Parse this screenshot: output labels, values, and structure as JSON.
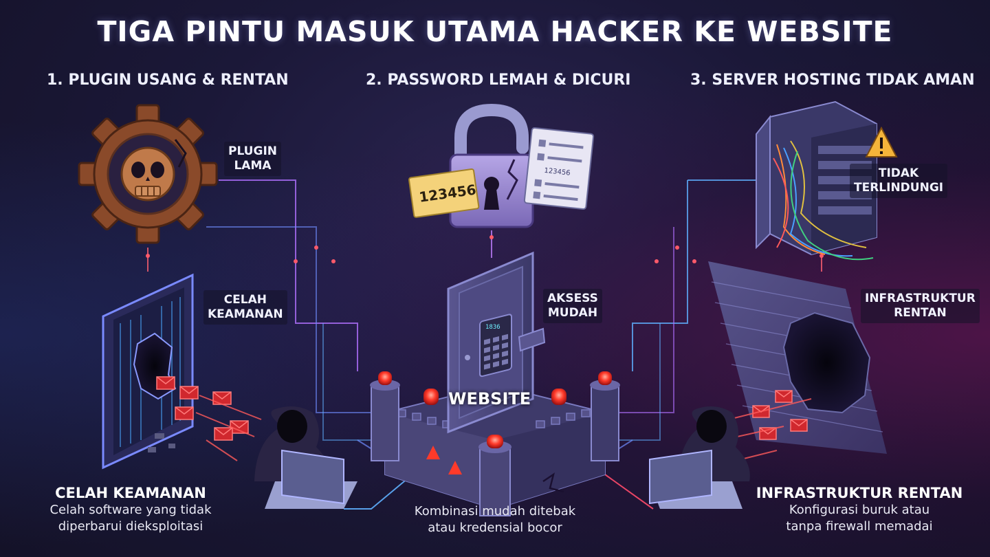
{
  "title": "TIGA PINTU MASUK UTAMA HACKER KE WEBSITE",
  "sections": [
    {
      "heading": "1. PLUGIN USANG & RENTAN",
      "tags": [
        {
          "lines": [
            "PLUGIN",
            "LAMA"
          ]
        },
        {
          "lines": [
            "CELAH",
            "KEAMANAN"
          ]
        }
      ],
      "caption": {
        "title": "CELAH KEAMANAN",
        "lines": [
          "Celah software yang tidak",
          "diperbarui dieksploitasi"
        ]
      }
    },
    {
      "heading": "2. PASSWORD LEMAH & DICURI",
      "note_text": "123456",
      "card_text": "123456",
      "keypad_text": "1836",
      "tags": [
        {
          "lines": [
            "AKSESS",
            "MUDAH"
          ]
        }
      ],
      "caption": {
        "lines": [
          "Kombinasi mudah ditebak",
          "atau kredensial bocor"
        ]
      }
    },
    {
      "heading": "3. SERVER HOSTING TIDAK AMAN",
      "tags": [
        {
          "lines": [
            "TIDAK",
            "TERLINDUNGI"
          ]
        },
        {
          "lines": [
            "INFRASTRUKTUR",
            "RENTAN"
          ]
        }
      ],
      "caption": {
        "title": "INFRASTRUKTUR RENTAN",
        "lines": [
          "Konfigurasi buruk atau",
          "tanpa firewall memadai"
        ]
      }
    }
  ],
  "center": {
    "label": "WEBSITE"
  },
  "icons": [
    "rusty-gear-skull-icon",
    "broken-padlock-icon",
    "server-rack-icon",
    "warning-triangle-icon",
    "hacker-laptop-icon",
    "castle-icon",
    "cracked-door-icon",
    "cracked-brick-wall-icon",
    "email-envelope-icon"
  ],
  "colors": {
    "background": "#1b1838",
    "accent_blue": "#5fb0ff",
    "accent_red": "#ff4a4a",
    "accent_purple": "#b070ff",
    "rust": "#8a4a2a"
  }
}
